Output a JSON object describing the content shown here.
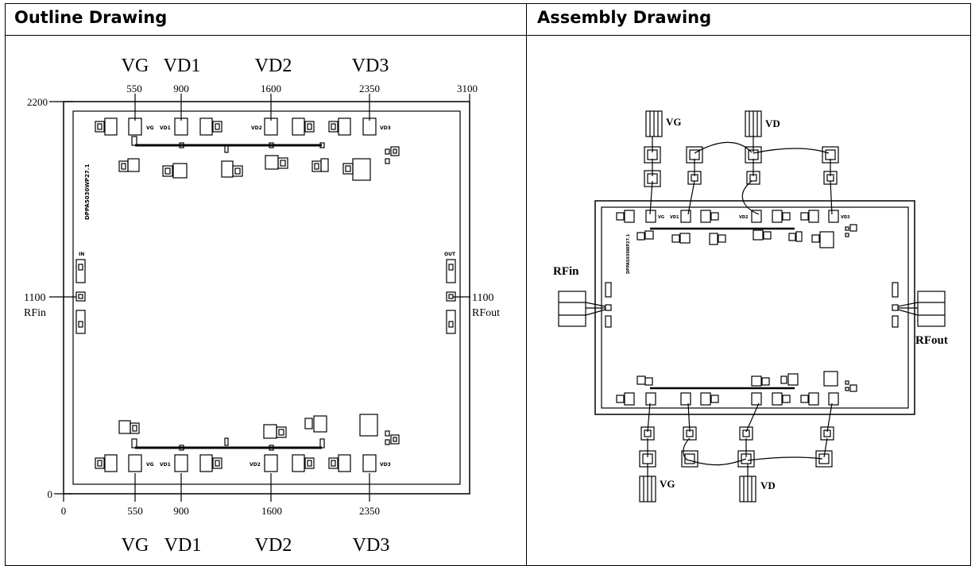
{
  "headers": {
    "left": "Outline Drawing",
    "right": "Assembly Drawing"
  },
  "outline": {
    "top_pad_labels": [
      "VG",
      "VD1",
      "VD2",
      "VD3"
    ],
    "top_x_ticks": [
      "550",
      "900",
      "1600",
      "2350",
      "3100"
    ],
    "bottom_pad_labels": [
      "VG",
      "VD1",
      "VD2",
      "VD3"
    ],
    "bottom_x_ticks": [
      "0",
      "550",
      "900",
      "1600",
      "2350"
    ],
    "y_top": "2200",
    "y_bottom": "0",
    "rfin_y": "1100",
    "rfin": "RFin",
    "rfout_y": "1100",
    "rfout": "RFout",
    "chip_port_in": "IN",
    "chip_port_out": "OUT",
    "chip_id": "DPPA5030WP27.1",
    "chip_pad_names": [
      "VG",
      "VD1",
      "VD2",
      "VD3"
    ]
  },
  "assembly": {
    "top_vg": "VG",
    "top_vd": "VD",
    "bottom_vg": "VG",
    "bottom_vd": "VD",
    "rfin": "RFin",
    "rfout": "RFout",
    "chip_id": "DPPA5030WP27.1",
    "chip_pad_names": [
      "VG",
      "VD1",
      "VD2",
      "VD3"
    ]
  }
}
